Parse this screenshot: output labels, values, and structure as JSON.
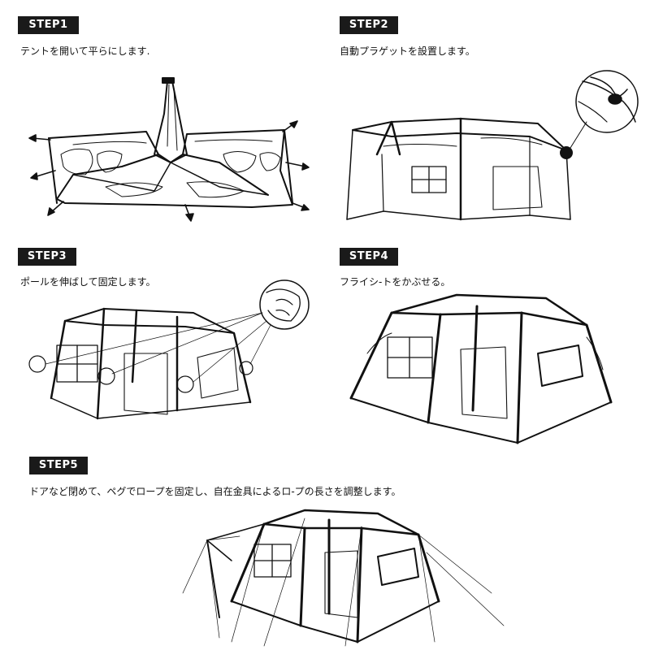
{
  "steps": [
    {
      "label": "STEP1",
      "text": "テントを開いて平らにします."
    },
    {
      "label": "STEP2",
      "text": "自動プラゲットを設置します。"
    },
    {
      "label": "STEP3",
      "text": "ポールを伸ばして固定します。"
    },
    {
      "label": "STEP4",
      "text": "フライシ-トをかぶせる。"
    },
    {
      "label": "STEP5",
      "text": "ドアなど閉めて、ペグでロープを固定し、自在金具によるロ-プの長さを調整します。"
    }
  ],
  "illustrations": {
    "step1": "flattened-tent-illustration",
    "step2": "auto-bracket-tent-illustration",
    "step3": "pole-extended-tent-illustration",
    "step4": "rainfly-covered-tent-illustration",
    "step5": "guyed-tent-illustration"
  }
}
